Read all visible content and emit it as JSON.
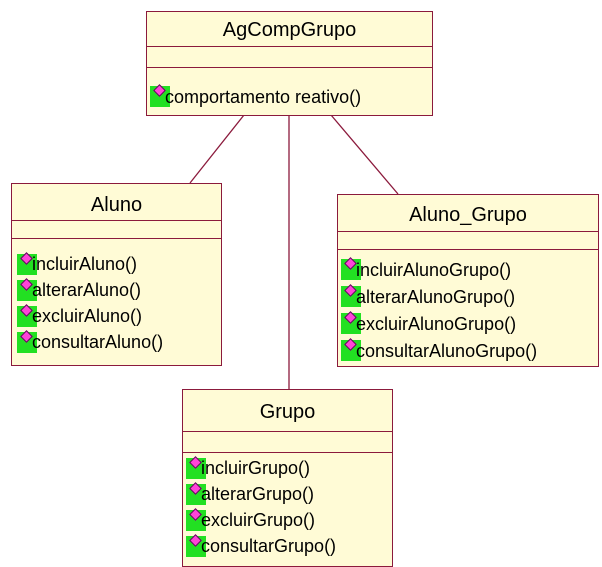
{
  "diagram": {
    "classes": [
      {
        "id": "agcompgrupo",
        "name": "AgCompGrupo",
        "operations": [
          "comportamento reativo()"
        ]
      },
      {
        "id": "aluno",
        "name": "Aluno",
        "operations": [
          "incluirAluno()",
          "alterarAluno()",
          "excluirAluno()",
          "consultarAluno()"
        ]
      },
      {
        "id": "aluno-grupo",
        "name": "Aluno_Grupo",
        "operations": [
          "incluirAlunoGrupo()",
          "alterarAlunoGrupo()",
          "excluirAlunoGrupo()",
          "consultarAlunoGrupo()"
        ]
      },
      {
        "id": "grupo",
        "name": "Grupo",
        "operations": [
          "incluirGrupo()",
          "alterarGrupo()",
          "excluirGrupo()",
          "consultarGrupo()"
        ]
      }
    ],
    "associations": [
      {
        "from": "agcompgrupo",
        "to": "aluno"
      },
      {
        "from": "agcompgrupo",
        "to": "grupo"
      },
      {
        "from": "agcompgrupo",
        "to": "aluno-grupo"
      }
    ],
    "colors": {
      "class_fill": "#fffbd6",
      "border": "#8b1a3c",
      "operation_icon_bg": "#22e022",
      "operation_icon_gem": "#ff44d8"
    },
    "operation_icon": "public-operation-icon"
  }
}
